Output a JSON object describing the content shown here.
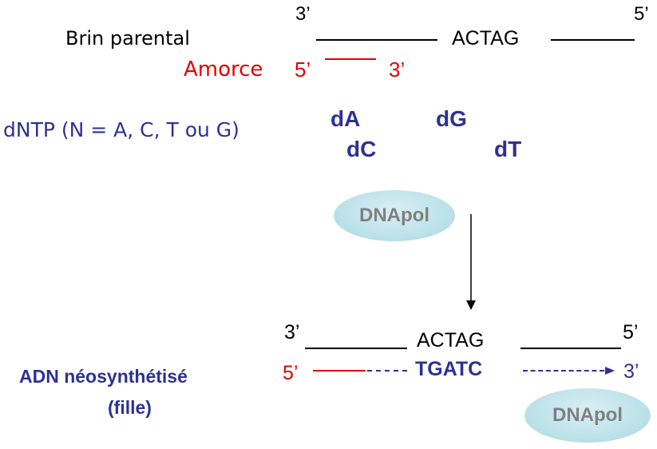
{
  "parental_strand": {
    "label": "Brin parental",
    "end_left": "3’",
    "end_right": "5’",
    "sequence": "ACTAG"
  },
  "primer": {
    "label": "Amorce",
    "end_left": "5’",
    "end_right": "3’",
    "color": "#e60000"
  },
  "dntp": {
    "label": "dNTP (N = A, C, T ou G)",
    "nucleotides": [
      "dA",
      "dG",
      "dC",
      "dT"
    ],
    "color": "#2e3192"
  },
  "enzyme": {
    "label": "DNApol"
  },
  "result": {
    "parental_end_left": "3’",
    "parental_end_right": "5’",
    "parental_sequence": "ACTAG",
    "daughter_label_line1": "ADN néosynthétisé",
    "daughter_label_line2": "(fille)",
    "daughter_end_left": "5’",
    "daughter_end_right": "3’",
    "daughter_sequence": "TGATC",
    "enzyme_label": "DNApol"
  }
}
